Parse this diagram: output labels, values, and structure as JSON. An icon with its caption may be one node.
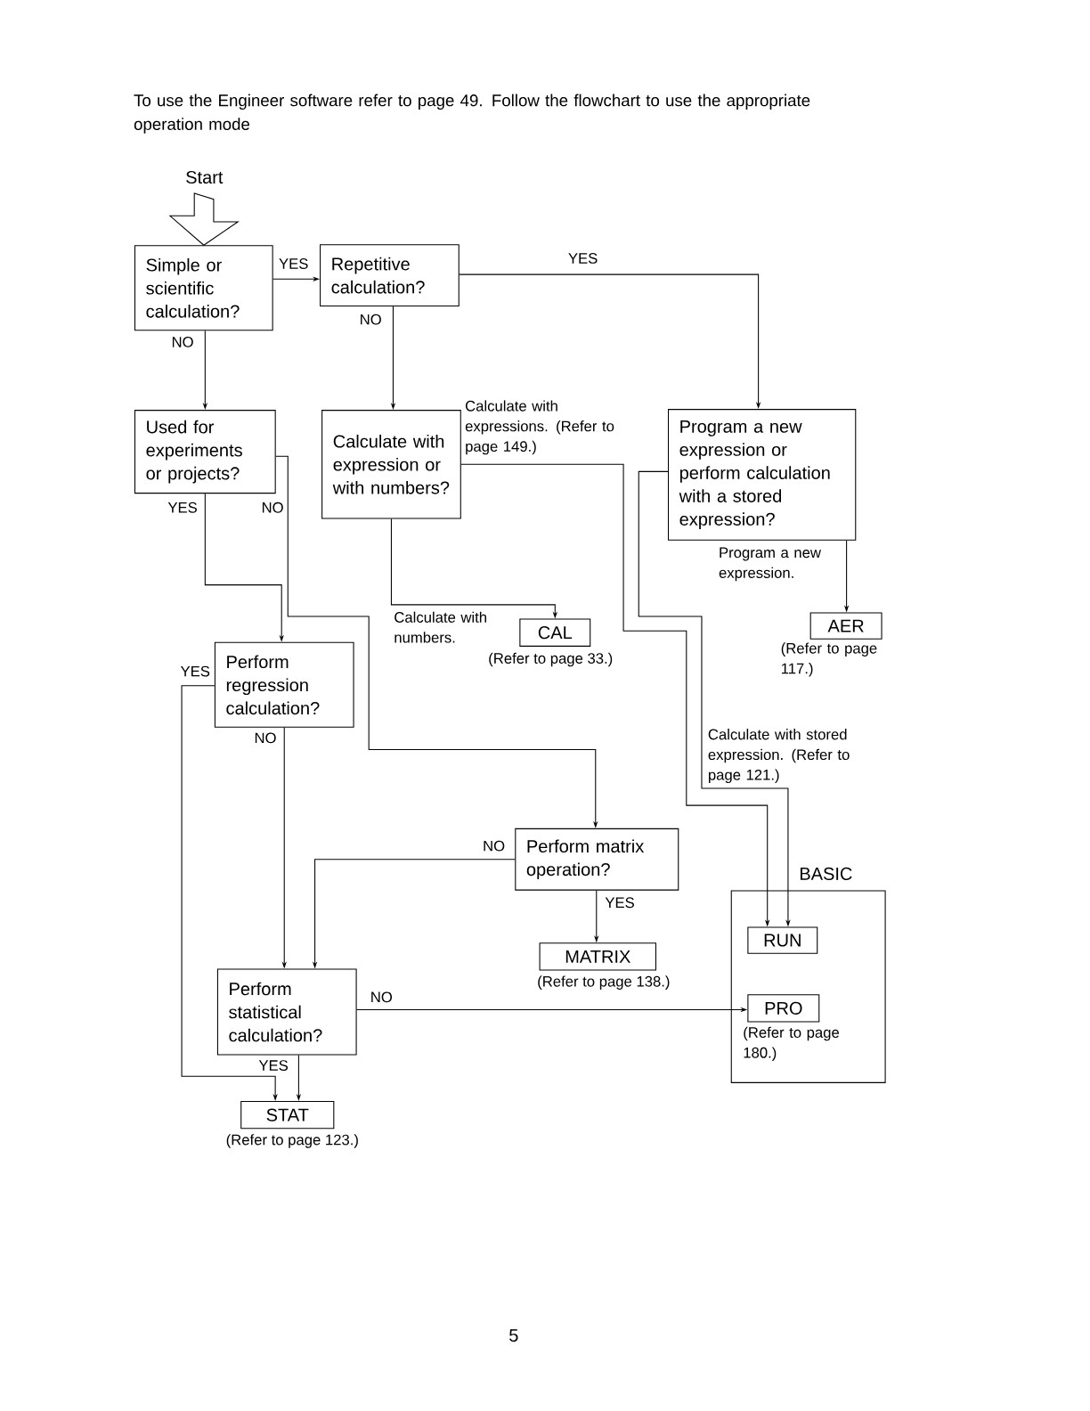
{
  "diagram": {
    "title": "To use the Engineer software refer to page 49. Follow the flowchart to use the appropriate operation mode",
    "nodes": [
      {
        "text": [
          "Start"
        ]
      },
      {
        "text": [
          "Simple or scientific calculation?"
        ]
      },
      {
        "text": [
          "Repetitive calculation?"
        ]
      },
      {
        "text": [
          "Used for experiments or projects?"
        ]
      },
      {
        "text": [
          "Calculate with expression or with numbers?"
        ]
      },
      {
        "text": [
          "Program a new expression or perform calculation with a stored expression?"
        ]
      },
      {
        "text": [
          "CAL"
        ],
        "beside": [
          "(Refer to page 33.)"
        ]
      },
      {
        "text": [
          "AER"
        ],
        "beside": [
          "(Refer to page 117.)"
        ]
      },
      {
        "text": [
          "Perform regression calculation?"
        ]
      },
      {
        "text": [
          "Perform matrix operation?"
        ]
      },
      {
        "text": [
          "BASIC"
        ]
      },
      {
        "text": [
          "RUN"
        ],
        "in": 10
      },
      {
        "text": [
          "MATRIX"
        ],
        "beside": [
          "(Refer to page 138.)"
        ]
      },
      {
        "text": [
          "Perform statistical calculation?"
        ]
      },
      {
        "text": [
          "PRO"
        ],
        "in": 10,
        "beside": [
          "(Refer to page 180.)"
        ]
      },
      {
        "text": [
          "STAT"
        ],
        "beside": [
          "(Refer to page 123.)"
        ]
      }
    ],
    "edges": [
      {
        "from": 0,
        "to": 1,
        "arrow": "to"
      },
      {
        "from": 1,
        "to": 2,
        "arrow": "to",
        "label": "YES"
      },
      {
        "from": 2,
        "to": 5,
        "arrow": "to",
        "label": "YES"
      },
      {
        "from": 1,
        "to": 3,
        "arrow": "to",
        "label": "NO"
      },
      {
        "from": 2,
        "to": 4,
        "arrow": "to",
        "label": "NO"
      },
      {
        "from": 3,
        "to": 8,
        "arrow": "to",
        "label": "YES"
      },
      {
        "from": 3,
        "to": 9,
        "arrow": "to",
        "label": "NO"
      },
      {
        "from": 4,
        "to": 6,
        "arrow": "to",
        "label": "Calculate with numbers."
      },
      {
        "from": 4,
        "to": 11,
        "arrow": "to",
        "label": "Calculate with expressions. (Refer to page 149.)"
      },
      {
        "from": 5,
        "to": 7,
        "arrow": "to",
        "label": "Program a new expression."
      },
      {
        "from": 5,
        "to": 11,
        "arrow": "to",
        "label": "Calculate with stored expression. (Refer to page 121.)"
      },
      {
        "from": 8,
        "to": 15,
        "arrow": "to",
        "label": "YES"
      },
      {
        "from": 8,
        "to": 13,
        "arrow": "to",
        "label": "NO"
      },
      {
        "from": 9,
        "to": 13,
        "arrow": "to",
        "label": "NO"
      },
      {
        "from": 9,
        "to": 12,
        "arrow": "to",
        "label": "YES"
      },
      {
        "from": 13,
        "to": 14,
        "arrow": "to",
        "label": "NO"
      },
      {
        "from": 13,
        "to": 15,
        "arrow": "to",
        "label": "YES"
      }
    ],
    "labels": [
      "5"
    ]
  }
}
